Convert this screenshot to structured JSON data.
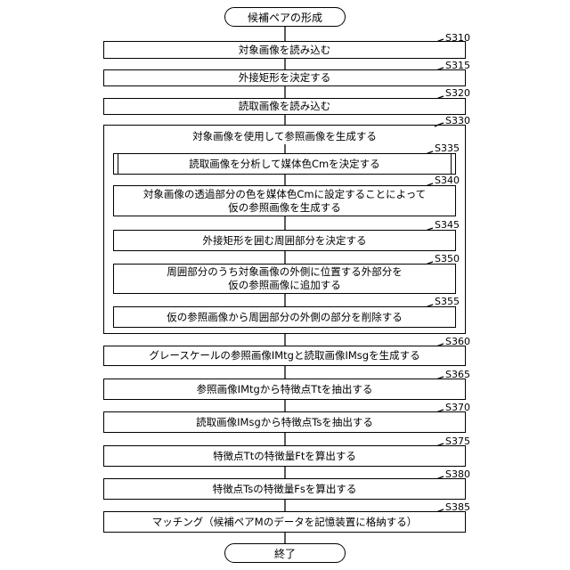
{
  "start": "候補ペアの形成",
  "end": "終了",
  "steps": [
    {
      "id": "S310",
      "text": "対象画像を読み込む"
    },
    {
      "id": "S315",
      "text": "外接矩形を決定する"
    },
    {
      "id": "S320",
      "text": "読取画像を読み込む"
    },
    {
      "id": "S330",
      "text": "対象画像を使用して参照画像を生成する"
    },
    {
      "id": "S335",
      "text": "読取画像を分析して媒体色Cmを決定する"
    },
    {
      "id": "S340",
      "text": "対象画像の透過部分の色を媒体色Cmに設定することによって\n仮の参照画像を生成する"
    },
    {
      "id": "S345",
      "text": "外接矩形を囲む周囲部分を決定する"
    },
    {
      "id": "S350",
      "text": "周囲部分のうち対象画像の外側に位置する外部分を\n仮の参照画像に追加する"
    },
    {
      "id": "S355",
      "text": "仮の参照画像から周囲部分の外側の部分を削除する"
    },
    {
      "id": "S360",
      "text": "グレースケールの参照画像IMtgと読取画像IMsgを生成する"
    },
    {
      "id": "S365",
      "text": "参照画像IMtgから特徴点Ttを抽出する"
    },
    {
      "id": "S370",
      "text": "読取画像IMsgから特徴点Tsを抽出する"
    },
    {
      "id": "S375",
      "text": "特徴点Ttの特徴量Ftを算出する"
    },
    {
      "id": "S380",
      "text": "特徴点Tsの特徴量Fsを算出する"
    },
    {
      "id": "S385",
      "text": "マッチング（候補ペアMのデータを記憶装置に格納する）"
    }
  ]
}
